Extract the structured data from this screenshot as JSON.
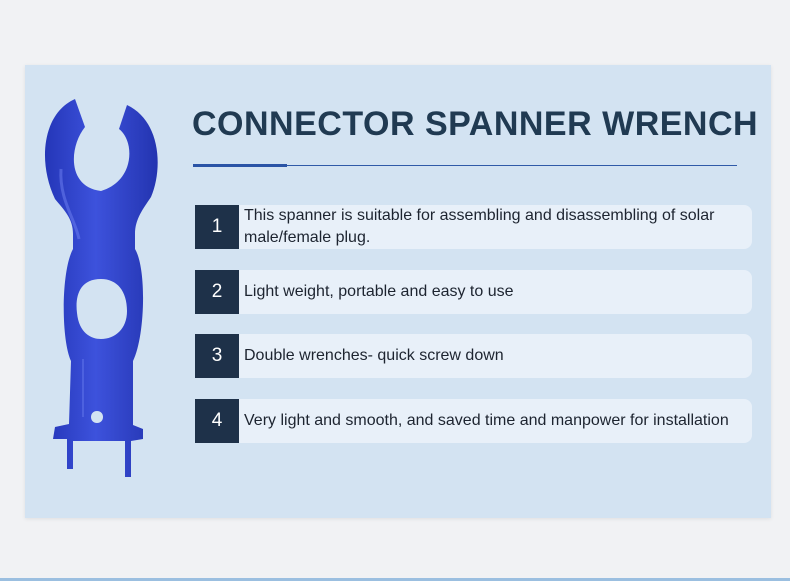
{
  "title": "CONNECTOR SPANNER WRENCH",
  "product_image": {
    "name": "spanner-wrench",
    "color": "#2f45c8"
  },
  "features": [
    {
      "number": "1",
      "text": "This spanner is suitable for assembling and disassembling of solar male/female plug."
    },
    {
      "number": "2",
      "text": "Light weight, portable and easy to use"
    },
    {
      "number": "3",
      "text": "Double wrenches- quick screw down"
    },
    {
      "number": "4",
      "text": "Very light and smooth, and saved time and manpower for installation"
    }
  ]
}
